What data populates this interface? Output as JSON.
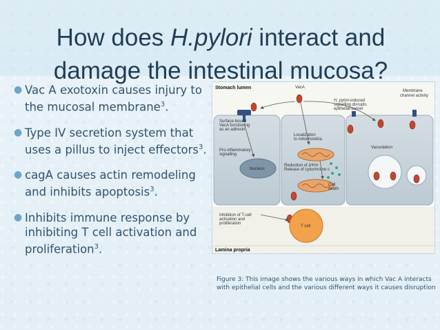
{
  "slide": {
    "title_part1": "How does ",
    "title_italic": "H.pylori",
    "title_part2": " interact and damage the intestinal mucosa?"
  },
  "bullets": [
    {
      "text": "Vac A exotoxin causes injury to the mucosal membrane",
      "ref": "3",
      "end": "."
    },
    {
      "text": "Type IV secretion system that uses a pillus to inject effectors",
      "ref": "3",
      "end": "."
    },
    {
      "text": "cagA causes actin remodeling and inhibits apoptosis",
      "ref": "3",
      "end": "."
    },
    {
      "text": "Inhibits immune response by inhibiting T cell activation and proliferation",
      "ref": "3",
      "end": "."
    }
  ],
  "figure": {
    "stomach_lumen": "Stomach lumen",
    "vaca": "VacA",
    "membrane_channel_1": "Membrane",
    "membrane_channel_2": "channel activity",
    "hp_induced_1": "H. pylori-induced",
    "hp_induced_2": "signalling disrupts",
    "hp_induced_3": "epithelial barrier",
    "surface_bound_1": "Surface-bound",
    "surface_bound_2": "VacA functioning",
    "surface_bound_3": "as an adhesin",
    "localization_1": "Localization",
    "localization_2": "to mitochondria",
    "vacuolation": "Vacuolation",
    "pro_inflammatory_1": "Pro-inflammatory",
    "pro_inflammatory_2": "signalling",
    "nucleus": "Nucleus",
    "reduction_1": "Reduction of ΔΨm",
    "reduction_2": "Release of cytochrome c",
    "cell_death_1": "Cell",
    "cell_death_2": "death",
    "inhibition_1": "Inhibition of T-cell",
    "inhibition_2": "activation and",
    "inhibition_3": "proliferation",
    "t_cell": "T cell",
    "lamina_propria": "Lamina propria"
  },
  "caption": "Figure 3: This image shows the various ways in which Vac A interacts with epithelial cells and the various different ways it causes disruption",
  "colors": {
    "title": "#1f3d57",
    "text": "#2f5370",
    "bullet_dot": "#6aa6c9",
    "cell_fill": "#cdd6dd",
    "vaca_red": "#c4462e",
    "mito_orange": "#e8a56a",
    "tcell_orange": "#f2a24b"
  }
}
